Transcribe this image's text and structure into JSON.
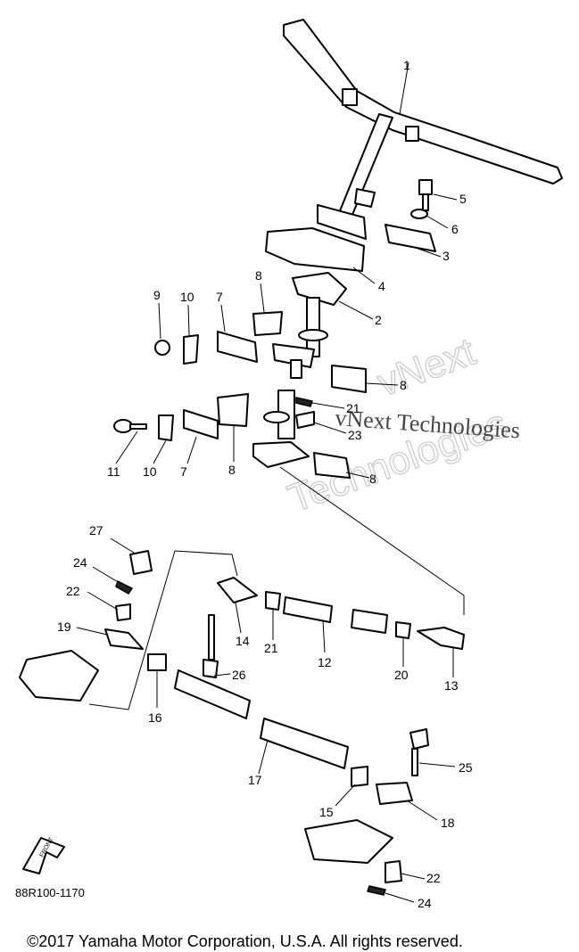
{
  "diagram": {
    "callouts": [
      "1",
      "5",
      "6",
      "3",
      "4",
      "2",
      "9",
      "10",
      "7",
      "8",
      "8",
      "21",
      "23",
      "11",
      "10",
      "7",
      "8",
      "8",
      "27",
      "24",
      "22",
      "19",
      "14",
      "21",
      "12",
      "20",
      "13",
      "26",
      "16",
      "17",
      "25",
      "15",
      "18",
      "22",
      "24"
    ],
    "front_arrow_label": "FRONT",
    "drawing_code": "88R100-1170"
  },
  "watermark": {
    "line1": "vNext",
    "line2": "vNext Technologies",
    "line3": "Technologies"
  },
  "footer": {
    "copyright": "©2017 Yamaha Motor Corporation, U.S.A. All rights reserved."
  }
}
